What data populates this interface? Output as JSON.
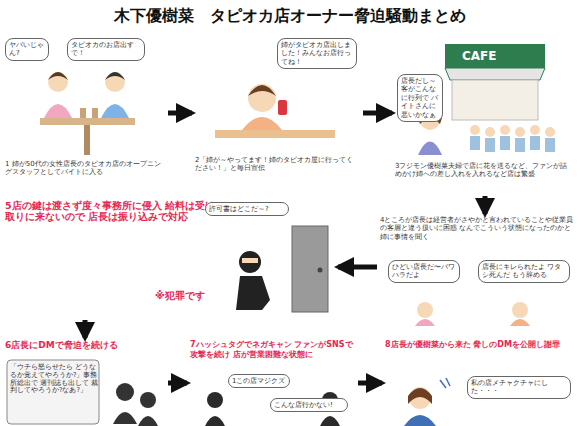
{
  "diagram": {
    "title": "木下優樹菜　タピオカ店オーナー脅迫騒動まとめ",
    "nodes": [
      {
        "text": [
          "ヤバいじゃん?",
          "タピオカのお店出すで！",
          "1 姉が50代の女性店長のタピオカ店のオープニングスタッフとしてバイトに入る"
        ]
      },
      {
        "text": [
          "姉がタピオカ店出しました！みんなお店行ってね！",
          "2「姉が～やってます！姉のタピオカ屋に行ってください！」と毎日宣伝"
        ]
      },
      {
        "text": [
          "店長だし～ 客がこんなに行列で バイトさんに悪いかなぁ",
          "3フジモン優樹菜夫婦で店に花を送るなど、ファンが詰めかけ姉への差し入れを入れるなど店は繁盛"
        ]
      },
      {
        "text": [
          "4ところが店長は経営者がさやかと言われていることや従業員の客層と違う扱いに困惑 なんでこういう状態になったのかと姉に事情を聞く",
          "ひどい店長だ〜パワハラだよ",
          "店長にキレられたよ ワタシ死んだ もう辞める"
        ]
      },
      {
        "text": [
          "5店の鍵は渡さず度々事務所に侵入 給料は受け取りに来ないので 店長は振り込みで対応",
          "許可書はどこだ～?",
          "※犯罪です"
        ]
      },
      {
        "text": [
          "6店長にDMで脅迫を続ける",
          "「ウチら怒らせたら どうなるか覚えてやろうか?」事務所総出で 週刊誌も出して 裁判してやろうか?なあ?」"
        ]
      },
      {
        "text": [
          "7ハッシュタグでネガキャン ファンがSNSで攻撃を続け 店が営業困難な状態に",
          "1この店マジクズ",
          "こんな店行かない!"
        ]
      },
      {
        "text": [
          "8店長が優樹菜から来た 脅しのDMを公開し謝罪",
          "私の店メチャクチャにした・・・"
        ]
      }
    ],
    "edges": [
      {
        "from": 0,
        "to": 1,
        "arrow": "to"
      },
      {
        "from": 1,
        "to": 2,
        "arrow": "to"
      },
      {
        "from": 2,
        "to": 3,
        "arrow": "to"
      },
      {
        "from": 3,
        "to": 4,
        "arrow": "to"
      },
      {
        "from": 4,
        "to": 5,
        "arrow": "to"
      },
      {
        "from": 5,
        "to": 6,
        "arrow": "to"
      },
      {
        "from": 6,
        "to": 7,
        "arrow": "to"
      }
    ],
    "labels": [
      "CAFE"
    ]
  }
}
